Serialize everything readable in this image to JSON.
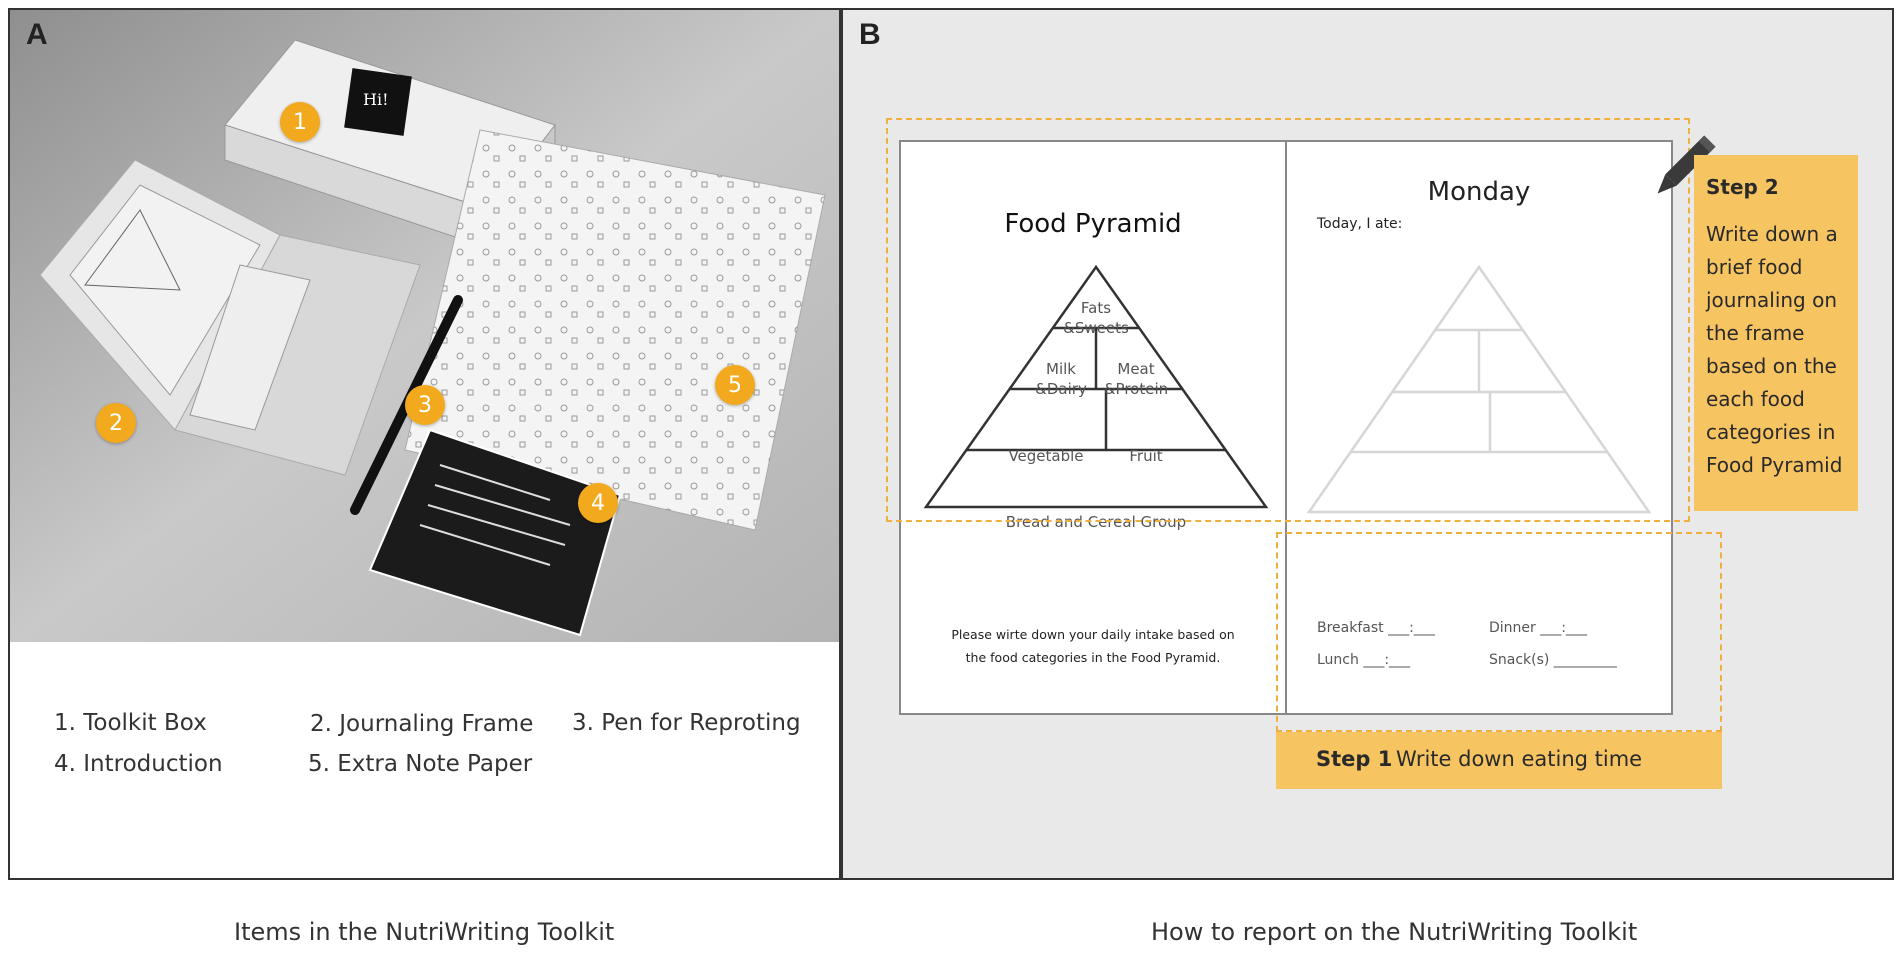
{
  "panel_a": {
    "letter": "A",
    "box_logo": "Hi!",
    "badges": [
      "1",
      "2",
      "3",
      "4",
      "5"
    ],
    "items": [
      "1. Toolkit Box",
      "2. Journaling Frame",
      "3. Pen for Reproting",
      "4. Introduction",
      "5. Extra Note Paper"
    ],
    "caption": "Items in the NutriWriting Toolkit"
  },
  "panel_b": {
    "letter": "B",
    "food_pyramid": {
      "title": "Food Pyramid",
      "tiers": [
        "Fats &Sweets",
        "Milk &Dairy",
        "Meat &Protein",
        "Vegetable",
        "Fruit",
        "Bread and Cereal Group"
      ],
      "instruction_line1": "Please wirte down your daily intake based on",
      "instruction_line2": "the food categories in the Food Pyramid."
    },
    "journal": {
      "day": "Monday",
      "today_label": "Today, I ate:",
      "breakfast": "Breakfast ___:___",
      "dinner": "Dinner ___:___",
      "lunch": "Lunch ___:___",
      "snack": "Snack(s) _________"
    },
    "step1": {
      "label": "Step 1",
      "text": "Write down eating time"
    },
    "step2": {
      "label": "Step 2",
      "text_lines": [
        "Write down a",
        "brief food",
        "journaling  on",
        "the frame",
        "based on the",
        "each food",
        "categories in",
        "Food Pyramid"
      ]
    },
    "caption": "How to report on the NutriWriting Toolkit"
  },
  "colors": {
    "accent": "#f2a91d",
    "step_fill": "#f7c462",
    "dash": "#f0b040"
  }
}
